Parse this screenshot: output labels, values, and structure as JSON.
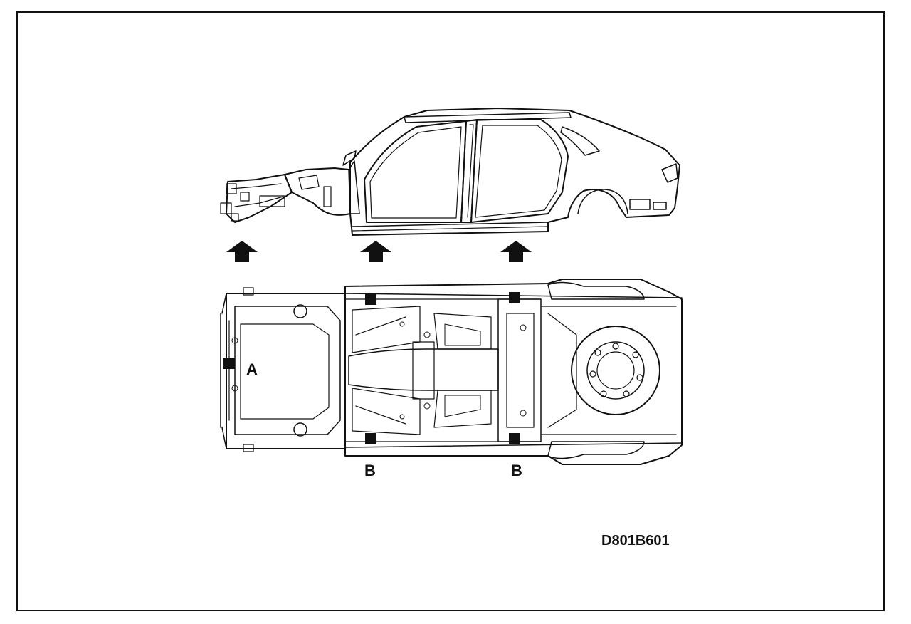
{
  "diagram": {
    "labels": {
      "front_point": "A",
      "side_point_front": "B",
      "side_point_rear": "B"
    },
    "figure_code": "D801B601"
  }
}
